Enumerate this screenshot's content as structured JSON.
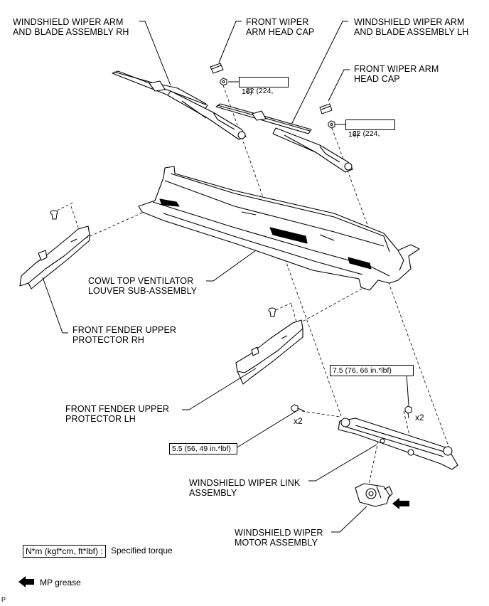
{
  "labels": {
    "wiper_arm_rh": "WINDSHIELD WIPER ARM\nAND BLADE ASSEMBLY RH",
    "head_cap_1": "FRONT WIPER\nARM HEAD CAP",
    "wiper_arm_lh": "WINDSHIELD WIPER ARM\nAND BLADE ASSEMBLY LH",
    "head_cap_2": "FRONT WIPER ARM\nHEAD CAP",
    "cowl": "COWL TOP VENTILATOR\nLOUVER SUB-ASSEMBLY",
    "fender_rh": "FRONT FENDER UPPER\nPROTECTOR RH",
    "fender_lh": "FRONT FENDER UPPER\nPROTECTOR LH",
    "link": "WINDSHIELD WIPER LINK\nASSEMBLY",
    "motor": "WINDSHIELD WIPER\nMOTOR ASSEMBLY"
  },
  "torques": {
    "nut_rh_line1": "22 (224,",
    "nut_rh_line2": "16)",
    "nut_lh_line1": "22 (224,",
    "nut_lh_line2": "16)",
    "link_bolt_right": "7.5 (76, 66 in.*lbf)",
    "link_bolt_left": "5.5 (56, 49 in.*lbf)"
  },
  "counts": {
    "left_bolts": "x2",
    "right_bolts": "x2"
  },
  "legend": {
    "torque_box": "N*m (kgf*cm, ft*lbf) :",
    "torque_text": "Specified torque",
    "grease_text": "MP grease"
  },
  "corner_mark": "P"
}
